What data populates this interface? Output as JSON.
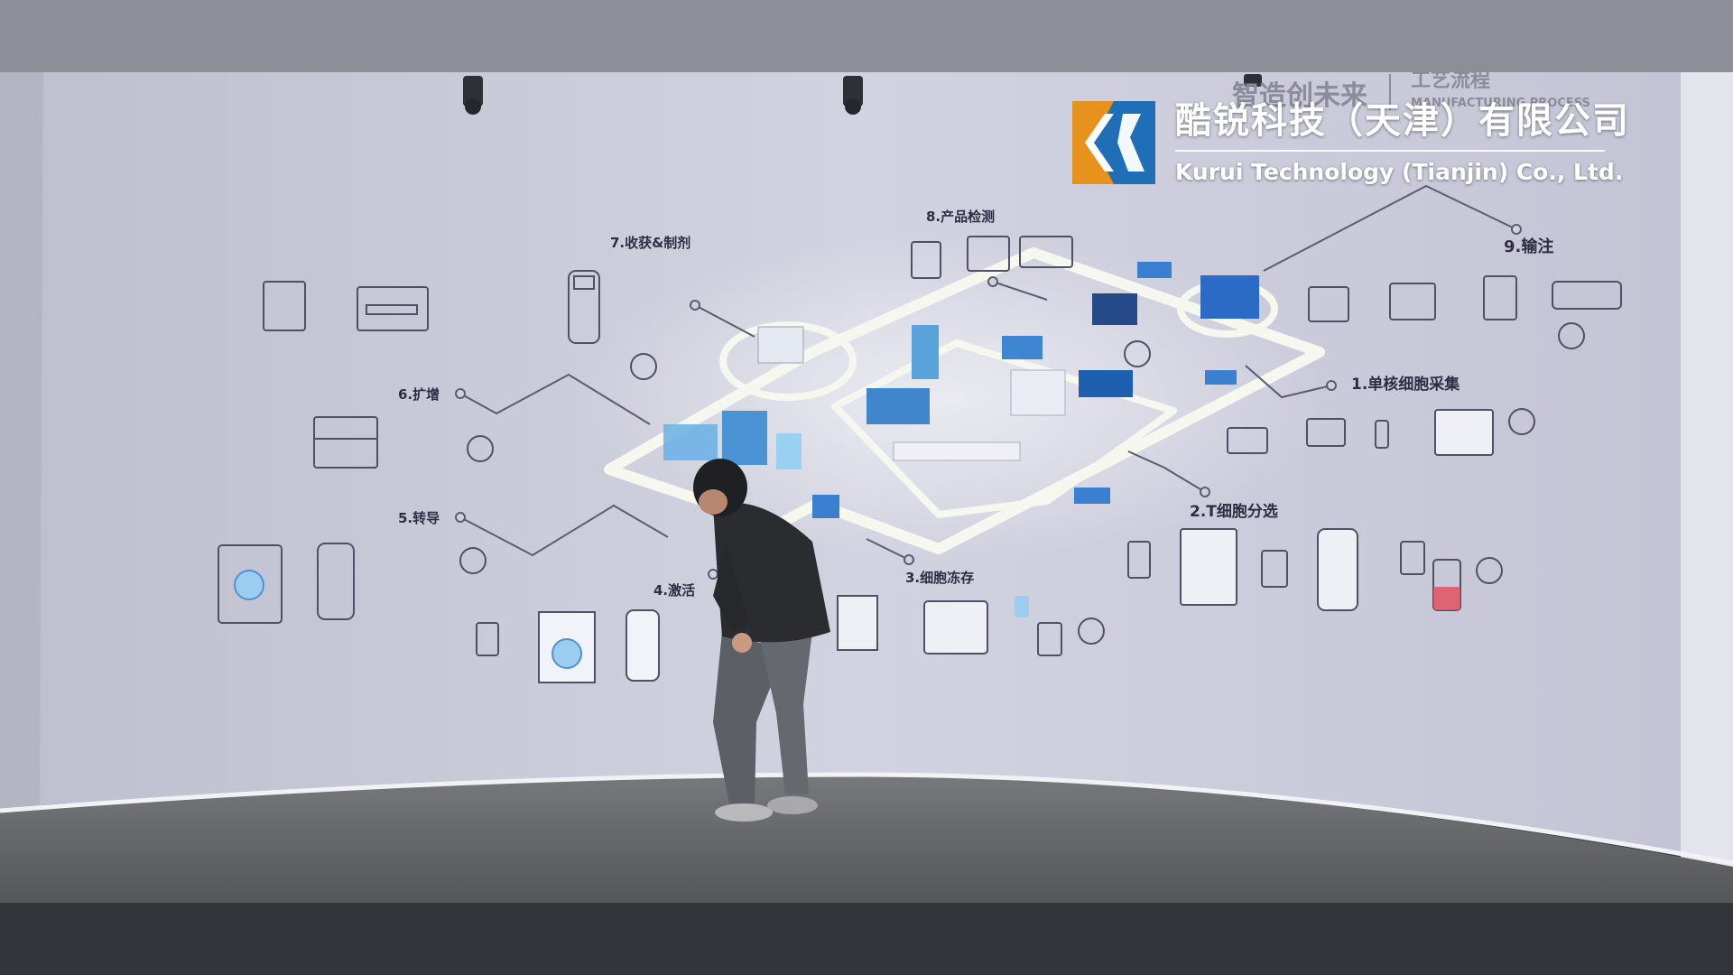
{
  "wall": {
    "header_cn": "智造创未来",
    "header_cn_2": "工艺流程",
    "header_en": "MANUFACTURING PROCESS"
  },
  "steps": [
    {
      "id": "step-1",
      "label": "1.单核细胞采集"
    },
    {
      "id": "step-2",
      "label": "2.T细胞分选"
    },
    {
      "id": "step-3",
      "label": "3.细胞冻存"
    },
    {
      "id": "step-4",
      "label": "4.激活"
    },
    {
      "id": "step-5",
      "label": "5.转导"
    },
    {
      "id": "step-6",
      "label": "6.扩增"
    },
    {
      "id": "step-7",
      "label": "7.收获&制剂"
    },
    {
      "id": "step-8",
      "label": "8.产品检测"
    },
    {
      "id": "step-9",
      "label": "9.输注"
    }
  ],
  "overlay": {
    "company_cn": "酷锐科技（天津）有限公司",
    "company_en": "Kurui Technology (Tianjin) Co., Ltd."
  },
  "colors": {
    "wall": "#c9cad8",
    "floor": "#6a6b6f",
    "accent_blue": "#3a8fd8",
    "logo_orange": "#e8921e",
    "logo_blue": "#1f6fb8"
  }
}
